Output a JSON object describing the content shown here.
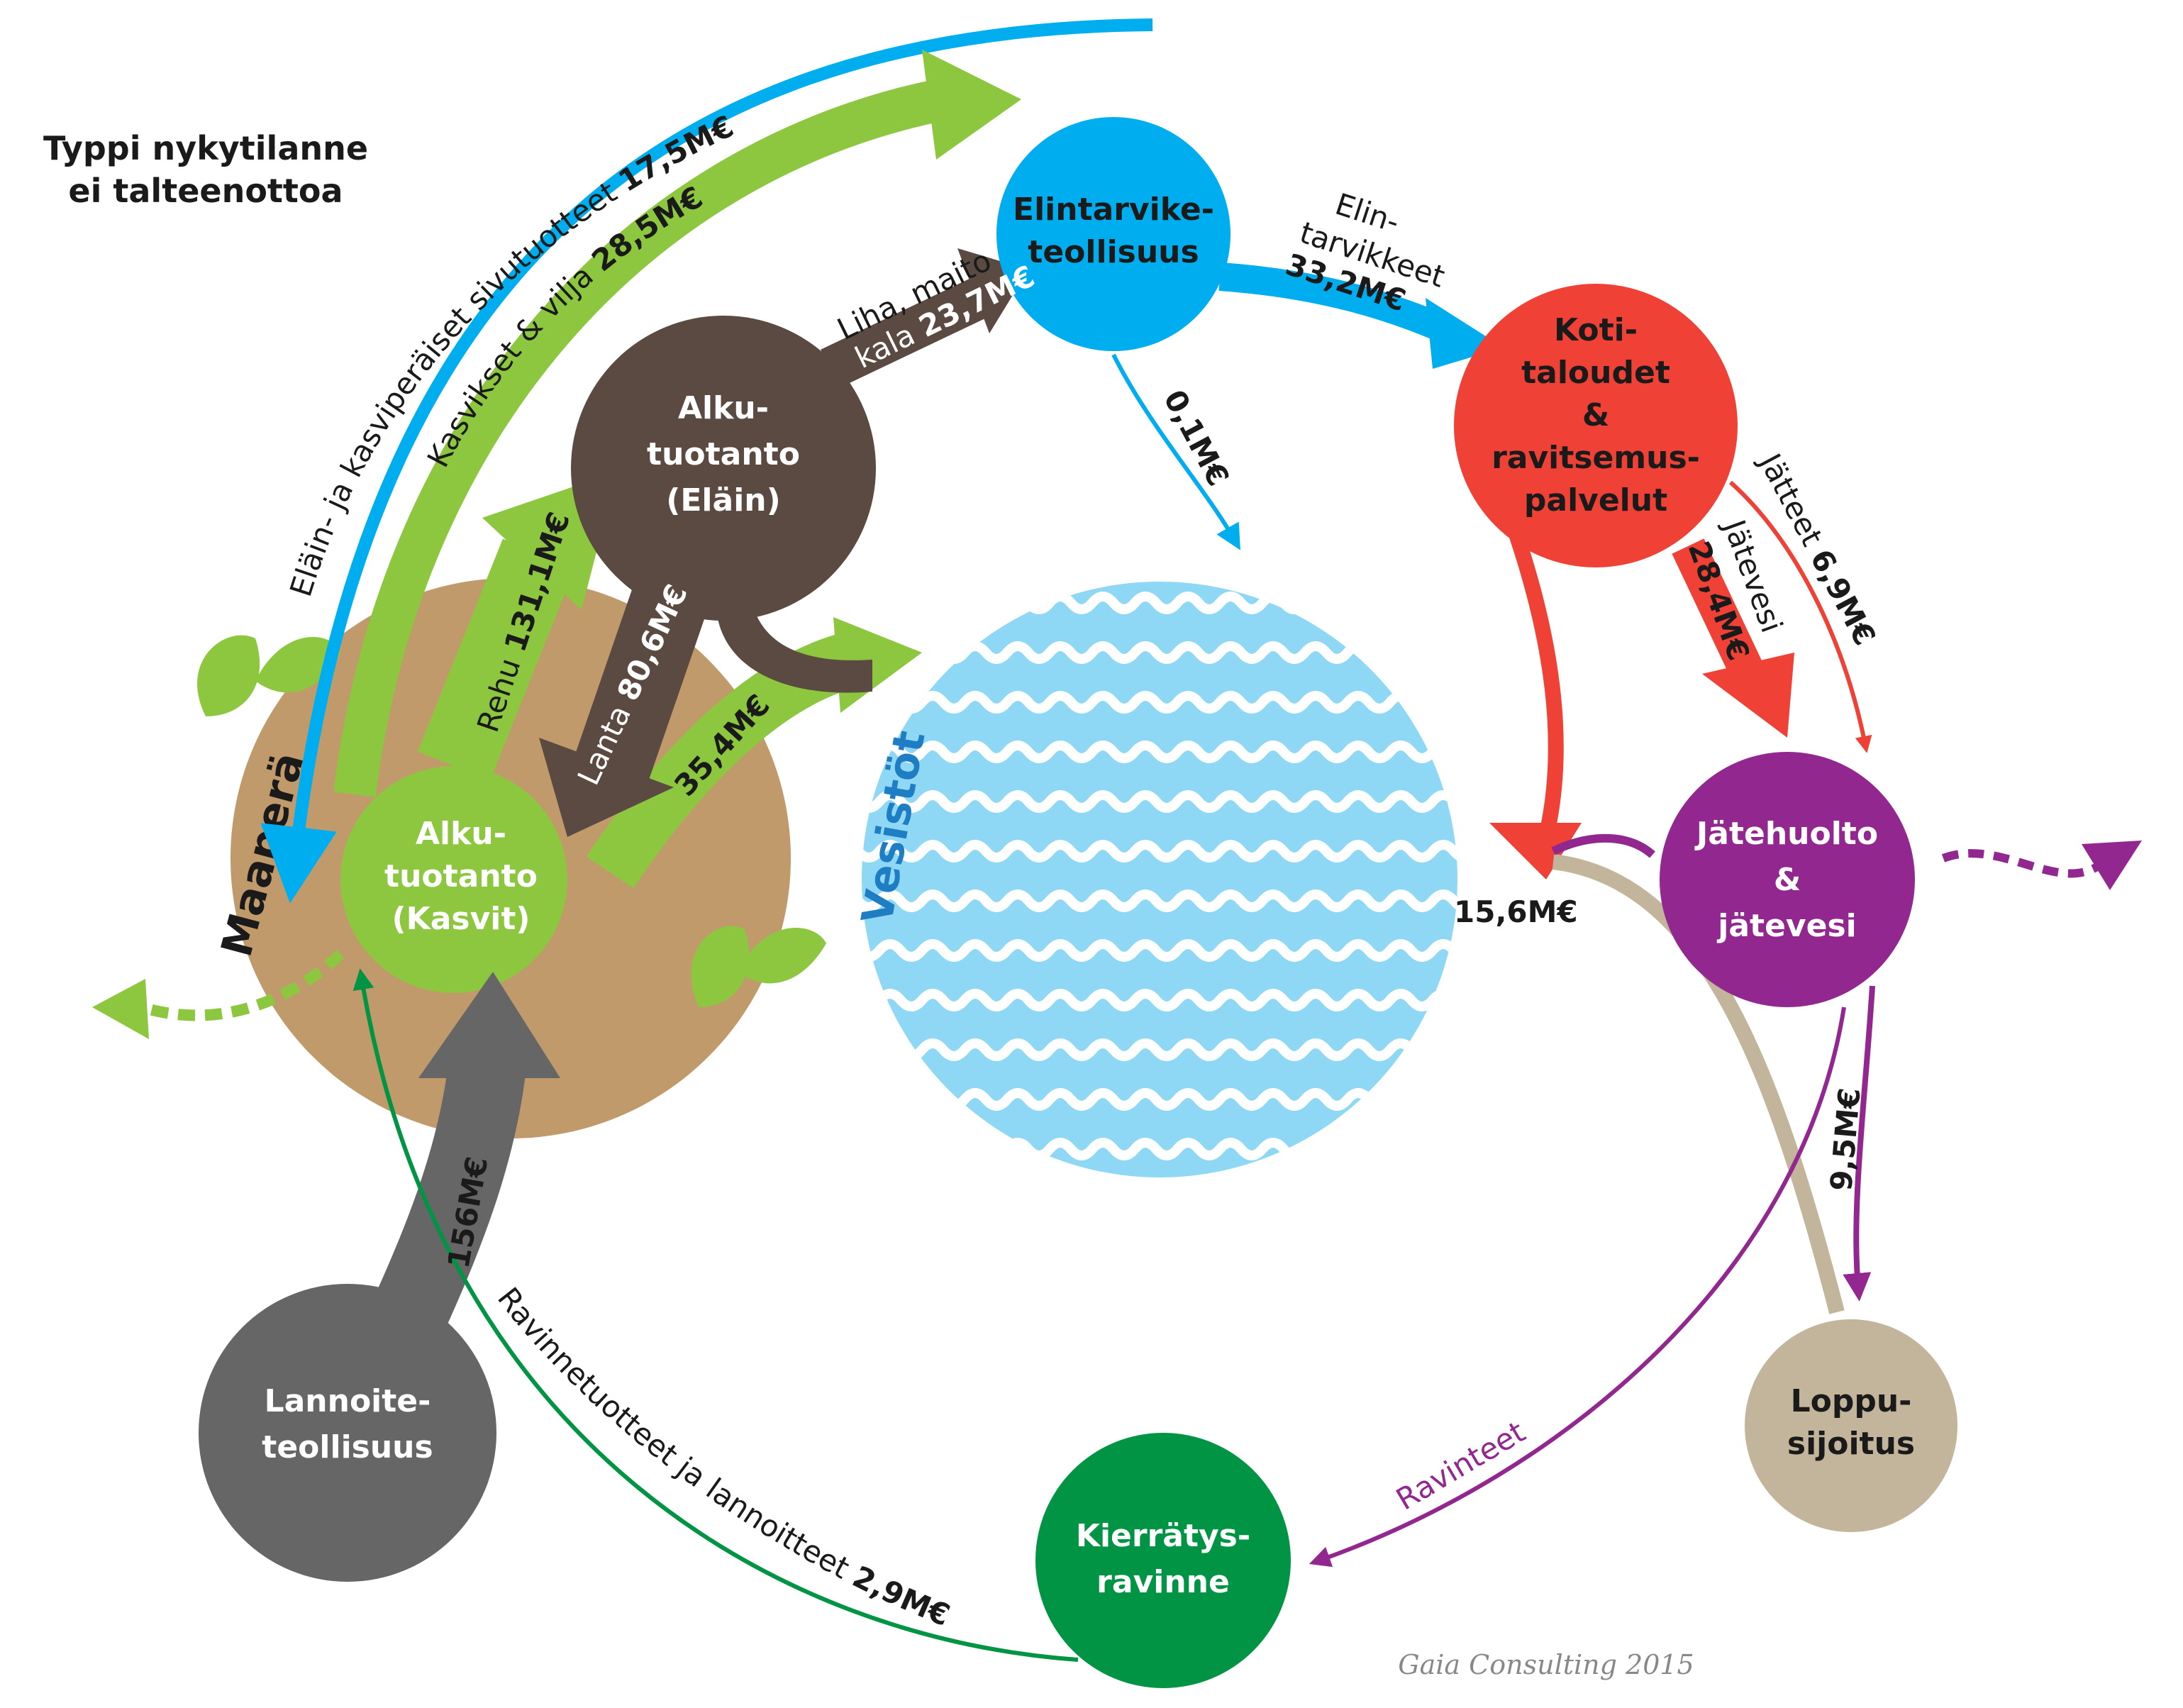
{
  "title": {
    "line1": "Typpi nykytilanne",
    "line2": "ei talteenottoa"
  },
  "credit": "Gaia Consulting 2015",
  "colors": {
    "soil": "#c19a6b",
    "crops": "#8dc63f",
    "animal": "#5b4a41",
    "food_industry": "#00aeef",
    "households": "#ef4136",
    "waste": "#92278f",
    "fertilizer": "#666666",
    "recycling": "#009444",
    "final_disposal": "#c2b59b",
    "water": "#8fd8f5",
    "blue_flow": "#00aeef",
    "green_flow": "#8dc63f"
  },
  "nodes": {
    "soil": {
      "label": "Maaperä"
    },
    "crops": {
      "l1": "Alku-",
      "l2": "tuotanto",
      "l3": "(Kasvit)"
    },
    "animal": {
      "l1": "Alku-",
      "l2": "tuotanto",
      "l3": "(Eläin)"
    },
    "food_industry": {
      "l1": "Elintarvike-",
      "l2": "teollisuus"
    },
    "households": {
      "l1": "Koti-",
      "l2": "taloudet",
      "l3": "&",
      "l4": "ravitsemus-",
      "l5": "palvelut"
    },
    "waste": {
      "l1": "Jätehuolto",
      "l2": "&",
      "l3": "jätevesi"
    },
    "fertilizer": {
      "l1": "Lannoite-",
      "l2": "teollisuus"
    },
    "recycling": {
      "l1": "Kierrätys-",
      "l2": "ravinne"
    },
    "final_disposal": {
      "l1": "Loppu-",
      "l2": "sijoitus"
    },
    "water": {
      "label": "Vesistöt"
    }
  },
  "flows": {
    "byproducts": {
      "text": "Eläin- ja kasviperäiset sivutuotteet ",
      "value": "17,5M€"
    },
    "crops_grain": {
      "text": "Kasvikset & vilja ",
      "value": "28,5M€"
    },
    "feed": {
      "text": "Rehu ",
      "value": "131,1M€"
    },
    "manure": {
      "text": "Lanta ",
      "value": "80,6M€"
    },
    "to_water_crops": {
      "value": "35,4M€"
    },
    "meat": {
      "l1": "Liha, maito",
      "l2": "kala ",
      "value": "23,7M€"
    },
    "food": {
      "l1": "Elin-",
      "l2": "tarvikkeet",
      "value": "33,2M€"
    },
    "industry_water": {
      "value": "0,1M€"
    },
    "wastewater": {
      "text": "Jätevesi",
      "value": "28,4M€"
    },
    "waste_solid": {
      "text": "Jätteet ",
      "value": "6,9M€"
    },
    "to_water_waste": {
      "value": "15,6M€"
    },
    "to_disposal": {
      "value": "9,5M€"
    },
    "nutrients": {
      "text": "Ravinteet"
    },
    "fertilizer_flow": {
      "value": "156M€"
    },
    "recycled_products": {
      "text": "Ravinnetuotteet ja lannoitteet ",
      "value": "2,9M€"
    }
  }
}
